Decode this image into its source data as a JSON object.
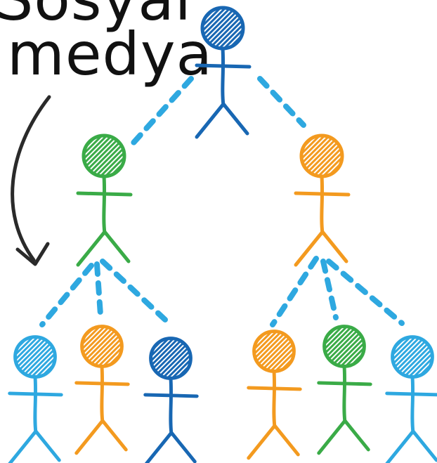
{
  "label": {
    "line1": "Sosyal",
    "line2": "medya"
  },
  "colors": {
    "dark-blue": "#1867b3",
    "light-blue": "#2ea8e0",
    "green": "#3aab47",
    "orange": "#f39a1f",
    "connector": "#2ea8e0",
    "arrow": "#2a2a2a"
  },
  "figures": [
    {
      "id": "root",
      "level": 0,
      "color": "dark-blue"
    },
    {
      "id": "mid-left",
      "level": 1,
      "color": "green"
    },
    {
      "id": "mid-right",
      "level": 1,
      "color": "orange"
    },
    {
      "id": "leaf-1",
      "level": 2,
      "color": "light-blue"
    },
    {
      "id": "leaf-2",
      "level": 2,
      "color": "orange"
    },
    {
      "id": "leaf-3",
      "level": 2,
      "color": "dark-blue"
    },
    {
      "id": "leaf-4",
      "level": 2,
      "color": "orange"
    },
    {
      "id": "leaf-5",
      "level": 2,
      "color": "green"
    },
    {
      "id": "leaf-6",
      "level": 2,
      "color": "light-blue"
    }
  ],
  "connections": [
    {
      "from": "root",
      "to": "mid-left"
    },
    {
      "from": "root",
      "to": "mid-right"
    },
    {
      "from": "mid-left",
      "to": "leaf-1"
    },
    {
      "from": "mid-left",
      "to": "leaf-2"
    },
    {
      "from": "mid-left",
      "to": "leaf-3"
    },
    {
      "from": "mid-right",
      "to": "leaf-4"
    },
    {
      "from": "mid-right",
      "to": "leaf-5"
    },
    {
      "from": "mid-right",
      "to": "leaf-6"
    }
  ]
}
